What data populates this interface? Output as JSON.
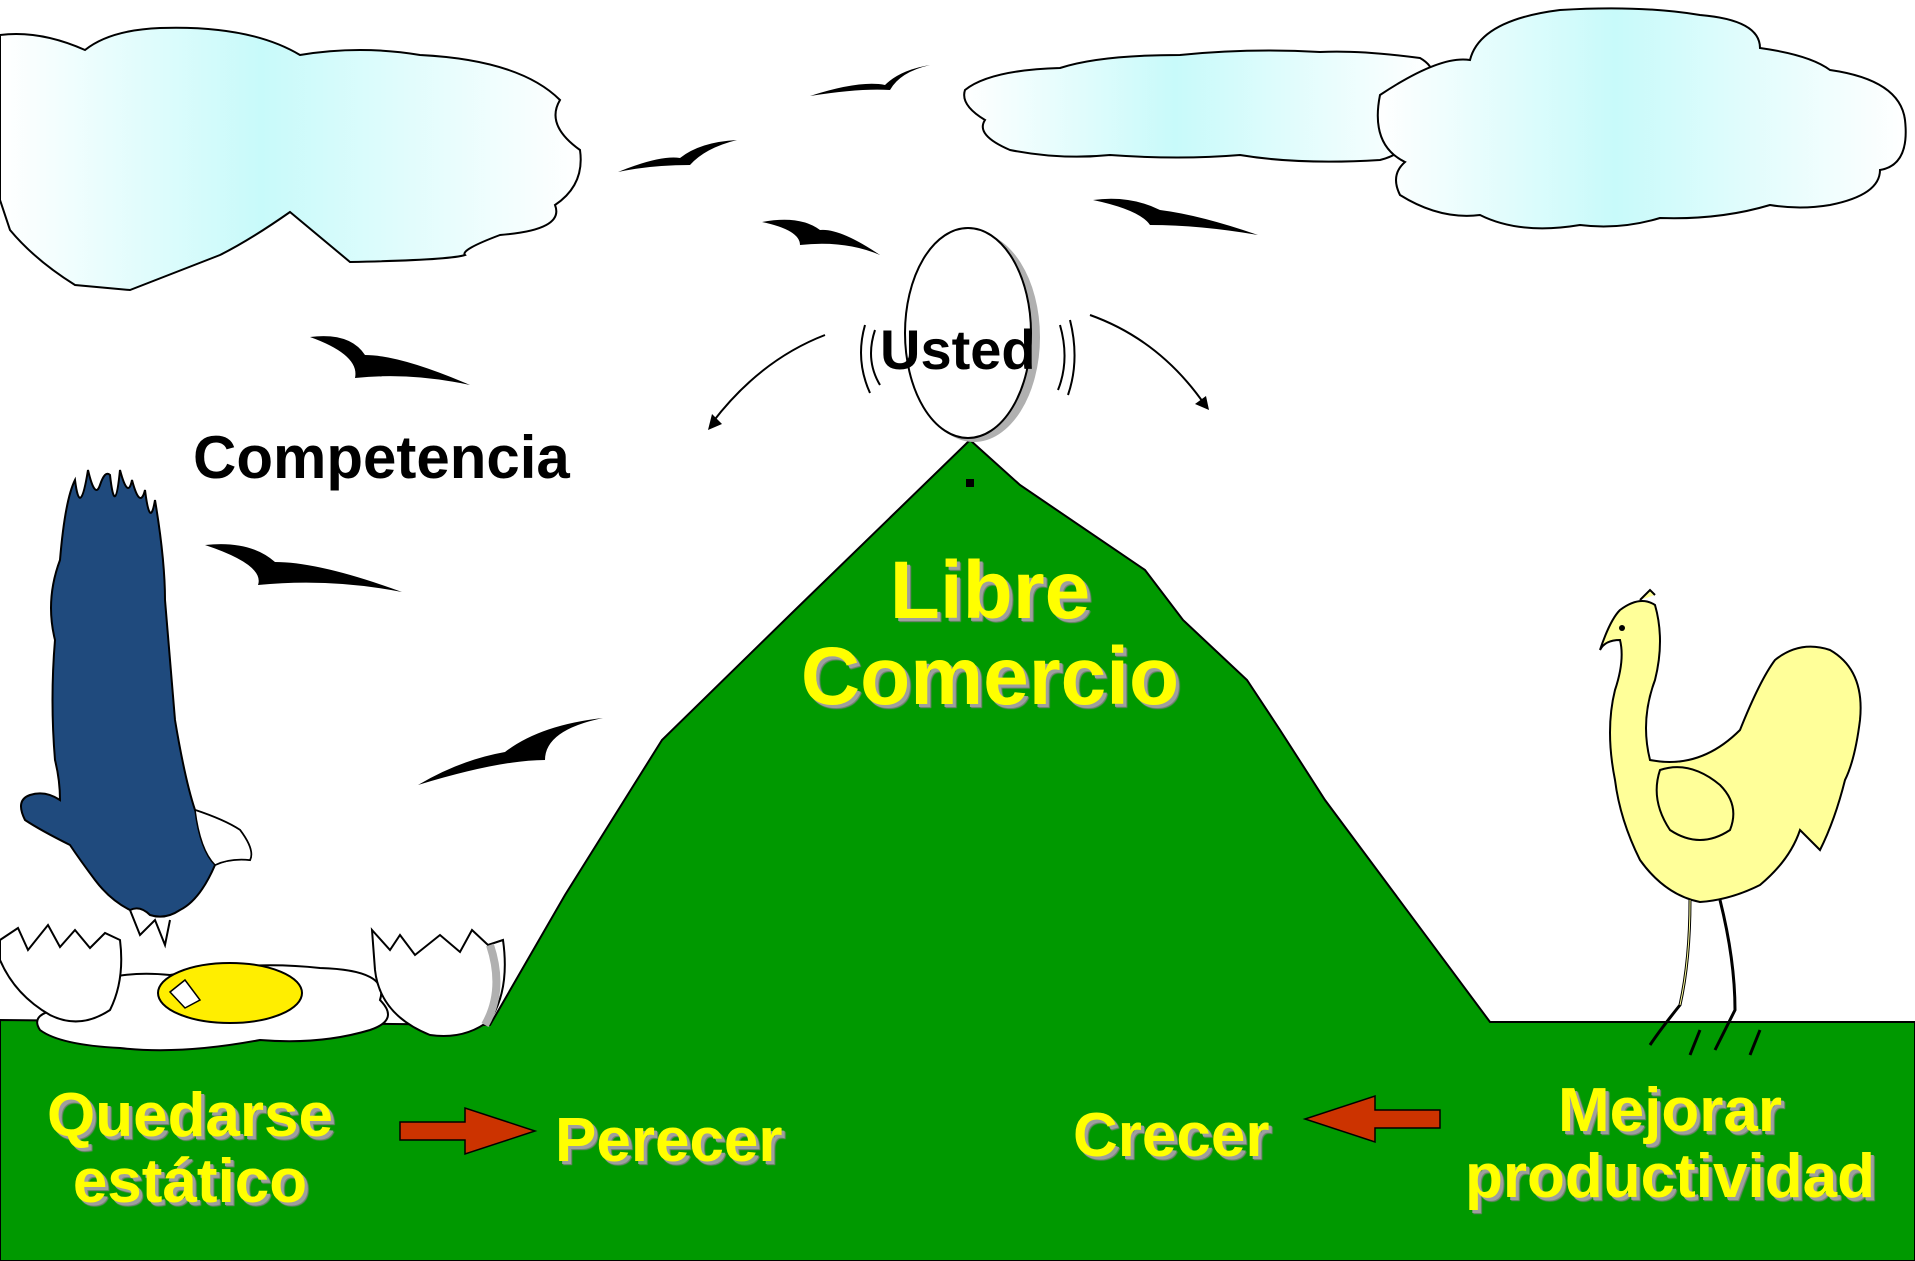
{
  "colors": {
    "ground": "#009900",
    "cloud": "#ccffff",
    "label_yellow": "#ffff00",
    "arrow_red": "#cc3300",
    "eagle": "#1f4a7d",
    "chicken": "#ffff99",
    "yolk": "#ffee00",
    "bird": "#000000"
  },
  "icons": [
    "cloud",
    "bird",
    "egg",
    "eagle",
    "broken-egg",
    "chicken",
    "mountain",
    "arrow"
  ],
  "labels": {
    "usted": "Usted",
    "competencia": "Competencia",
    "libre_comercio_1": "Libre",
    "libre_comercio_2": "Comercio",
    "quedarse_1": "Quedarse",
    "quedarse_2": "estático",
    "perecer": "Perecer",
    "crecer": "Crecer",
    "mejorar_1": "Mejorar",
    "mejorar_2": "productividad"
  }
}
